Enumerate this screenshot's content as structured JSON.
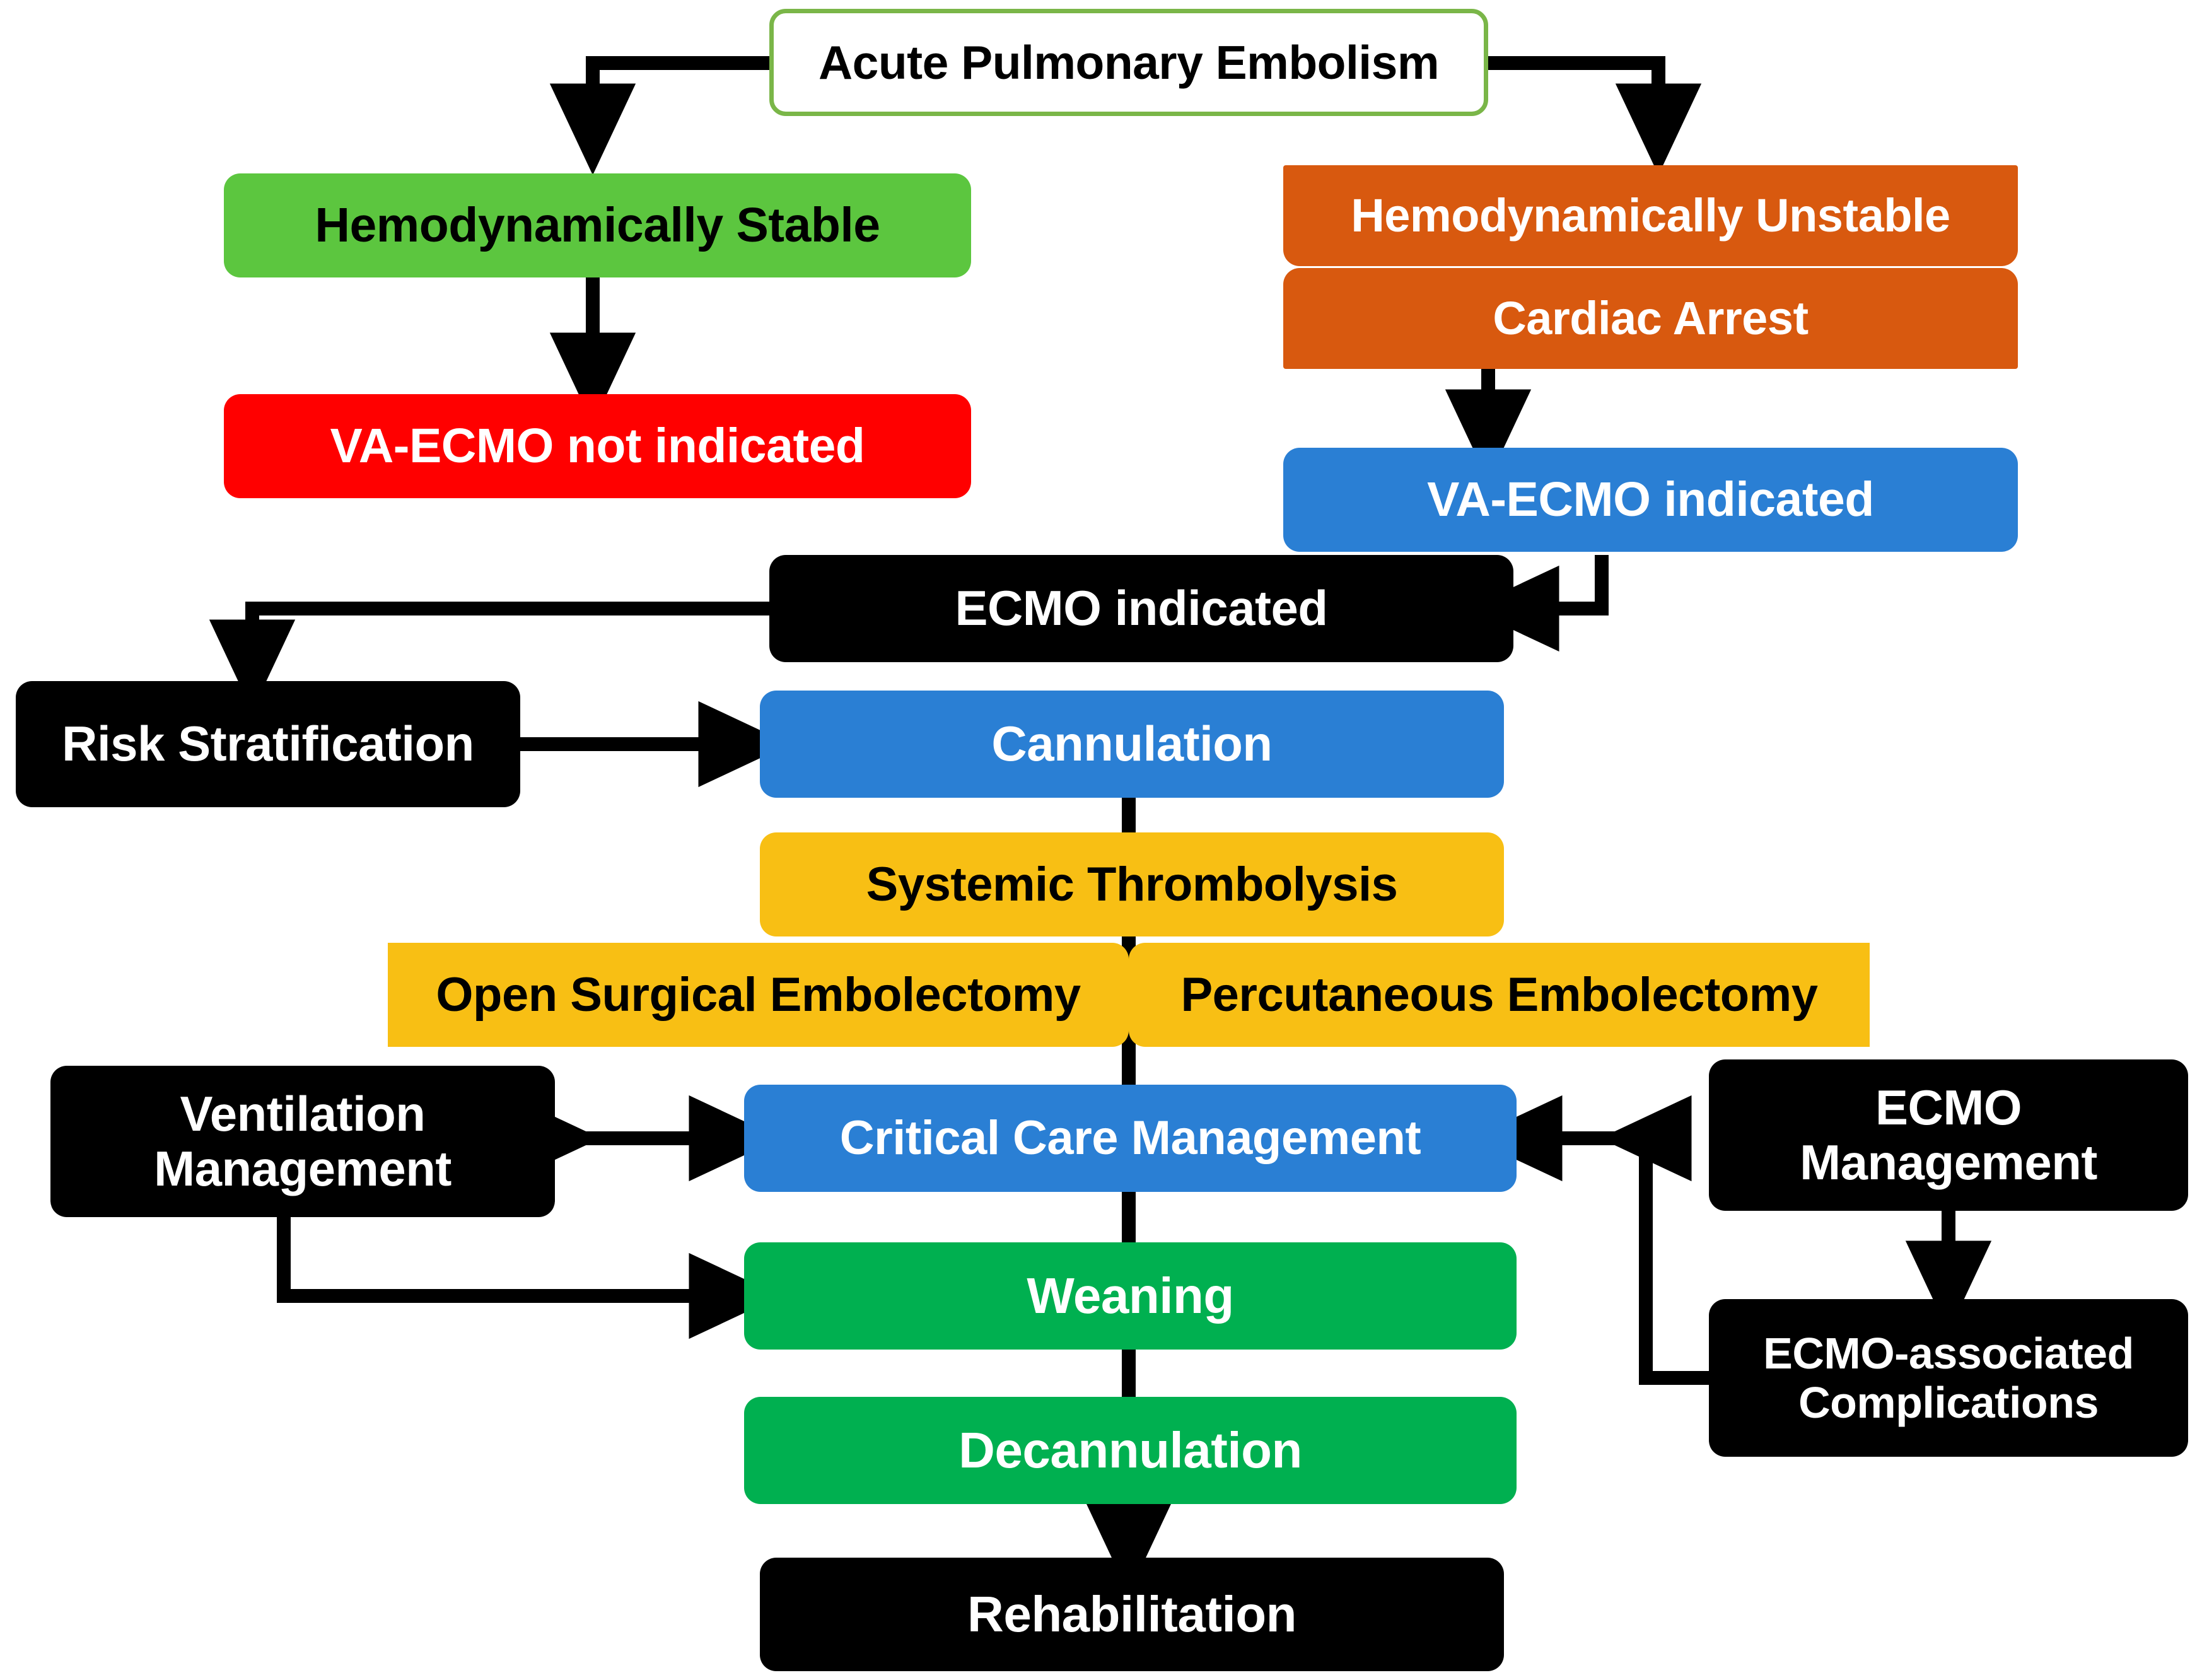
{
  "diagram": {
    "title": "VA-ECMO management algorithm for acute pulmonary embolism",
    "colors": {
      "black": "#000000",
      "green_light": "#5cc63f",
      "green_dark": "#00b050",
      "orange": "#d8590f",
      "red": "#ff0000",
      "blue": "#2a7fd4",
      "yellow": "#f8bf14",
      "white": "#ffffff",
      "arrow": "#000000"
    },
    "nodes": [
      {
        "id": "acute-pulmonary-embolism",
        "label": "Acute Pulmonary Embolism",
        "fill": "#ffffff",
        "text_color": "#000000",
        "border": "#7ab648"
      },
      {
        "id": "hemodynamically-stable",
        "label": "Hemodynamically Stable",
        "fill": "#5cc63f",
        "text_color": "#000000",
        "border": "none"
      },
      {
        "id": "hemodynamically-unstable",
        "label": "Hemodynamically Unstable",
        "fill": "#d8590f",
        "text_color": "#ffffff",
        "border": "none"
      },
      {
        "id": "cardiac-arrest",
        "label": "Cardiac Arrest",
        "fill": "#d8590f",
        "text_color": "#ffffff",
        "border": "none"
      },
      {
        "id": "va-ecmo-not-indicated",
        "label": "VA-ECMO not indicated",
        "fill": "#ff0000",
        "text_color": "#ffffff",
        "border": "none"
      },
      {
        "id": "va-ecmo-indicated",
        "label": "VA-ECMO indicated",
        "fill": "#2a7fd4",
        "text_color": "#ffffff",
        "border": "none"
      },
      {
        "id": "ecmo-indicated",
        "label": "ECMO indicated",
        "fill": "#000000",
        "text_color": "#ffffff",
        "border": "none"
      },
      {
        "id": "risk-stratification",
        "label": "Risk Stratification",
        "fill": "#000000",
        "text_color": "#ffffff",
        "border": "none"
      },
      {
        "id": "cannulation",
        "label": "Cannulation",
        "fill": "#2a7fd4",
        "text_color": "#ffffff",
        "border": "none"
      },
      {
        "id": "systemic-thrombolysis",
        "label": "Systemic Thrombolysis",
        "fill": "#f8bf14",
        "text_color": "#000000",
        "border": "none"
      },
      {
        "id": "open-surgical-embolectomy",
        "label": "Open Surgical Embolectomy",
        "fill": "#f8bf14",
        "text_color": "#000000",
        "border": "none"
      },
      {
        "id": "percutaneous-embolectomy",
        "label": "Percutaneous Embolectomy",
        "fill": "#f8bf14",
        "text_color": "#000000",
        "border": "none"
      },
      {
        "id": "ventilation-management",
        "label": "Ventilation\nManagement",
        "fill": "#000000",
        "text_color": "#ffffff",
        "border": "none"
      },
      {
        "id": "critical-care-management",
        "label": "Critical Care Management",
        "fill": "#2a7fd4",
        "text_color": "#ffffff",
        "border": "none"
      },
      {
        "id": "ecmo-management",
        "label": "ECMO\nManagement",
        "fill": "#000000",
        "text_color": "#ffffff",
        "border": "none"
      },
      {
        "id": "weaning",
        "label": "Weaning",
        "fill": "#00b050",
        "text_color": "#ffffff",
        "border": "none"
      },
      {
        "id": "ecmo-associated-complications",
        "label": "ECMO-associated\nComplications",
        "fill": "#000000",
        "text_color": "#ffffff",
        "border": "none"
      },
      {
        "id": "decannulation",
        "label": "Decannulation",
        "fill": "#00b050",
        "text_color": "#ffffff",
        "border": "none"
      },
      {
        "id": "rehabilitation",
        "label": "Rehabilitation",
        "fill": "#000000",
        "text_color": "#ffffff",
        "border": "none"
      }
    ],
    "edges": [
      {
        "from": "acute-pulmonary-embolism",
        "to": "hemodynamically-stable",
        "type": "arrow"
      },
      {
        "from": "acute-pulmonary-embolism",
        "to": "hemodynamically-unstable",
        "type": "arrow"
      },
      {
        "from": "hemodynamically-stable",
        "to": "va-ecmo-not-indicated",
        "type": "arrow"
      },
      {
        "from": "cardiac-arrest",
        "to": "va-ecmo-indicated",
        "type": "arrow"
      },
      {
        "from": "va-ecmo-indicated",
        "to": "ecmo-indicated",
        "type": "arrow"
      },
      {
        "from": "ecmo-indicated",
        "to": "risk-stratification",
        "type": "arrow"
      },
      {
        "from": "risk-stratification",
        "to": "cannulation",
        "type": "arrow"
      },
      {
        "from": "cannulation",
        "to": "systemic-thrombolysis",
        "type": "line"
      },
      {
        "from": "systemic-thrombolysis",
        "to": "critical-care-management",
        "type": "line"
      },
      {
        "from": "ventilation-management",
        "to": "critical-care-management",
        "type": "double-arrow"
      },
      {
        "from": "ecmo-management",
        "to": "critical-care-management",
        "type": "double-arrow"
      },
      {
        "from": "ventilation-management",
        "to": "weaning",
        "type": "arrow"
      },
      {
        "from": "ecmo-management",
        "to": "ecmo-associated-complications",
        "type": "arrow"
      },
      {
        "from": "ecmo-associated-complications",
        "to": "critical-care-management",
        "type": "arrow"
      },
      {
        "from": "critical-care-management",
        "to": "weaning",
        "type": "line"
      },
      {
        "from": "weaning",
        "to": "decannulation",
        "type": "line"
      },
      {
        "from": "decannulation",
        "to": "rehabilitation",
        "type": "arrow"
      }
    ]
  }
}
